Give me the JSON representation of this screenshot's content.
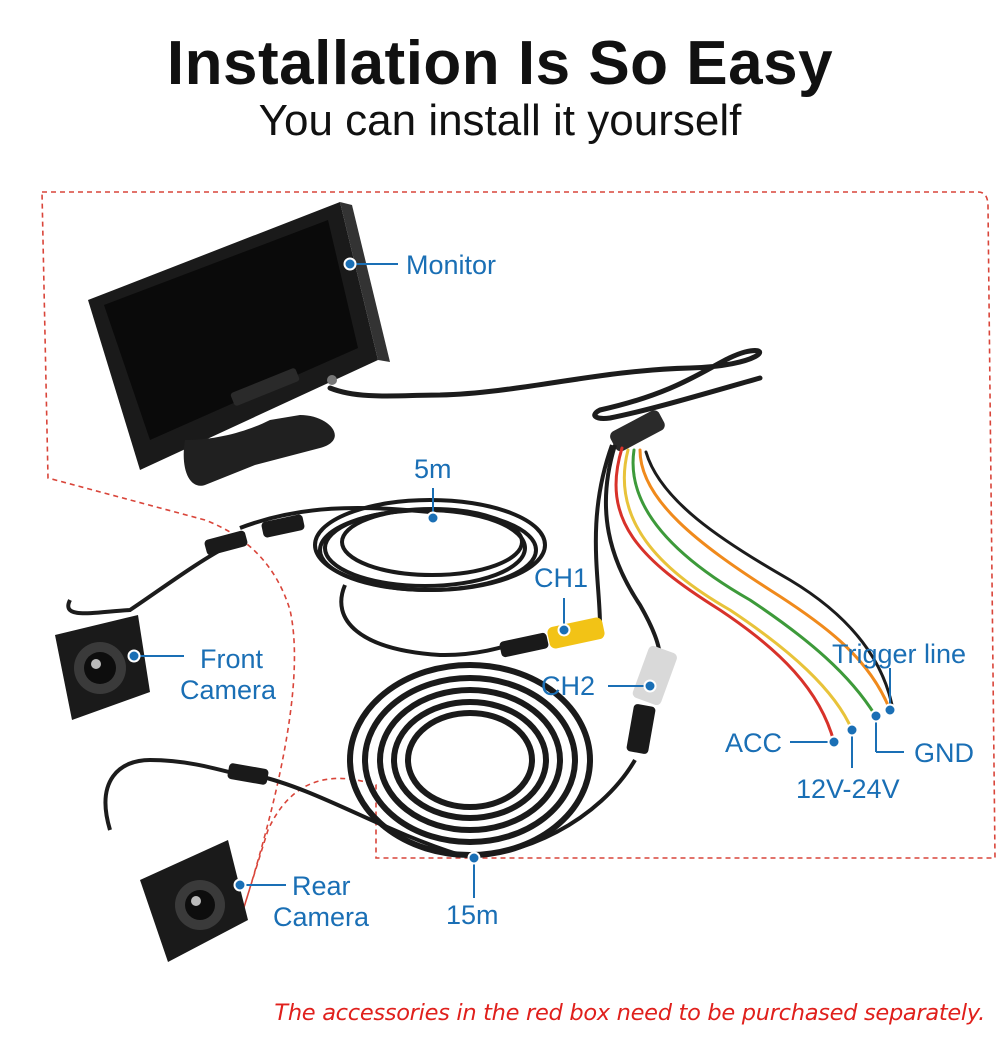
{
  "header": {
    "title": "Installation Is So Easy",
    "subtitle": "You can install it yourself"
  },
  "labels": {
    "monitor": "Monitor",
    "cable_5m": "5m",
    "ch1": "CH1",
    "ch2": "CH2",
    "front_camera_line1": "Front",
    "front_camera_line2": "Camera",
    "rear_camera_line1": "Rear",
    "rear_camera_line2": "Camera",
    "cable_15m": "15m",
    "trigger_line": "Trigger line",
    "acc": "ACC",
    "gnd": "GND",
    "voltage": "12V-24V"
  },
  "footer": {
    "note": "The accessories in the red box need to be purchased separately."
  },
  "colors": {
    "label_blue": "#1a6fb5",
    "dashed_box_red": "#d9453a",
    "note_red": "#e0201c",
    "rca_yellow": "#f2c316",
    "wire_red": "#d8322a",
    "wire_orange": "#f08a1c",
    "wire_green": "#3d9a3a",
    "wire_yellow": "#e8c33a"
  }
}
